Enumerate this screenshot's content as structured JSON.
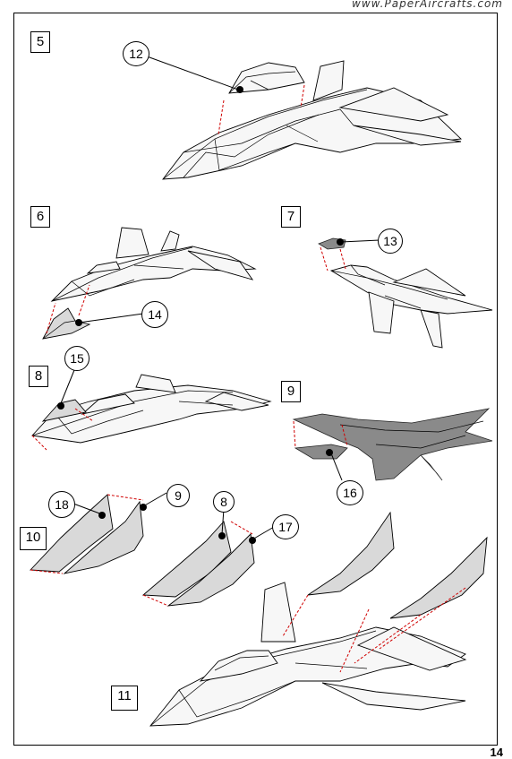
{
  "header": {
    "website": "www.PaperAircrafts.com"
  },
  "page": {
    "number": "14"
  },
  "steps": {
    "s5": "5",
    "s6": "6",
    "s7": "7",
    "s8": "8",
    "s9": "9",
    "s10": "10",
    "s11": "11"
  },
  "callouts": {
    "c12": "12",
    "c13": "13",
    "c14": "14",
    "c15": "15",
    "c16": "16",
    "c18": "18",
    "c9": "9",
    "c8": "8",
    "c17": "17"
  },
  "colors": {
    "part_fill": "#d9d9d9",
    "dark_fill": "#8a8a8a",
    "guide": "#d00000",
    "ink": "#000000"
  }
}
